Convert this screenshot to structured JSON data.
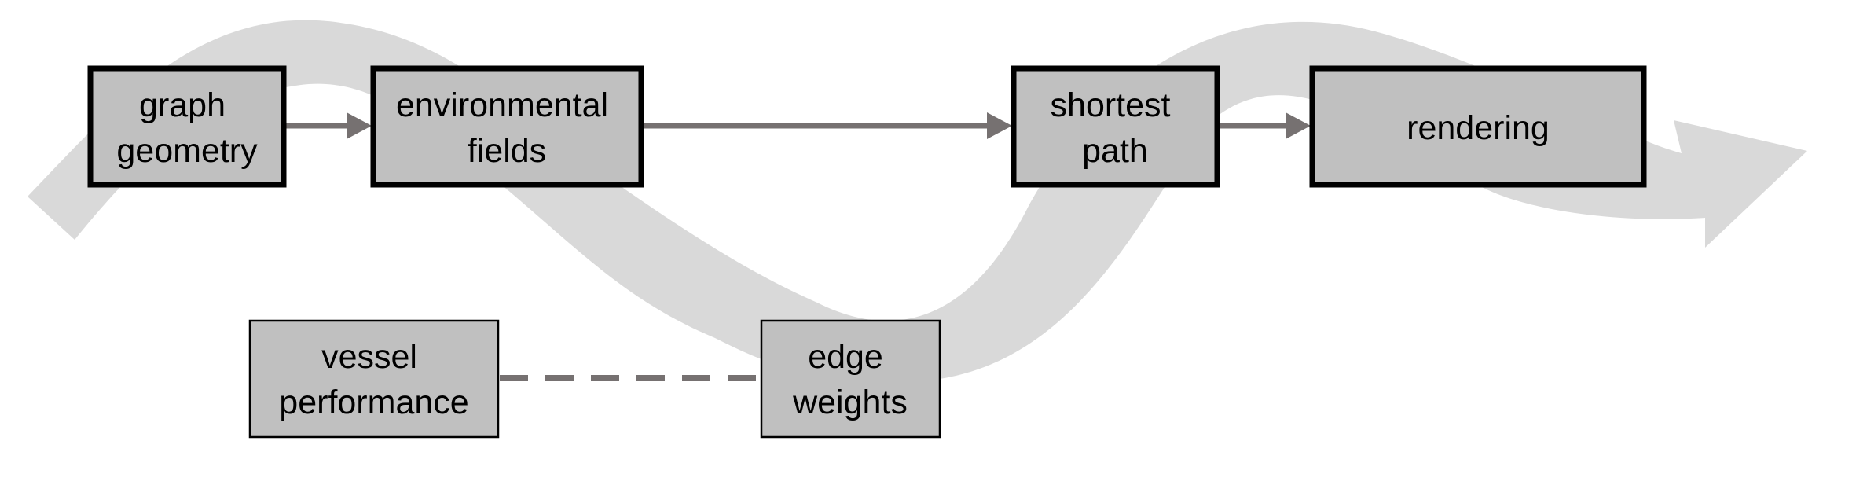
{
  "diagram": {
    "nodes": {
      "graph_geometry": {
        "lines": [
          "graph",
          "geometry"
        ]
      },
      "environmental_fields": {
        "lines": [
          "environmental",
          "fields"
        ]
      },
      "shortest_path": {
        "lines": [
          "shortest",
          "path"
        ]
      },
      "rendering": {
        "lines": [
          "rendering"
        ]
      },
      "vessel_performance": {
        "lines": [
          "vessel",
          "performance"
        ]
      },
      "edge_weights": {
        "lines": [
          "edge",
          "weights"
        ]
      }
    },
    "edges": [
      {
        "from": "graph_geometry",
        "to": "environmental_fields",
        "style": "arrow"
      },
      {
        "from": "environmental_fields",
        "to": "shortest_path",
        "style": "arrow"
      },
      {
        "from": "shortest_path",
        "to": "rendering",
        "style": "arrow"
      },
      {
        "from": "vessel_performance",
        "to": "edge_weights",
        "style": "dashed"
      }
    ],
    "colors": {
      "node_fill": "#c0c0c0",
      "arrow": "#767171",
      "background_flow": "#d9d9d9"
    }
  }
}
